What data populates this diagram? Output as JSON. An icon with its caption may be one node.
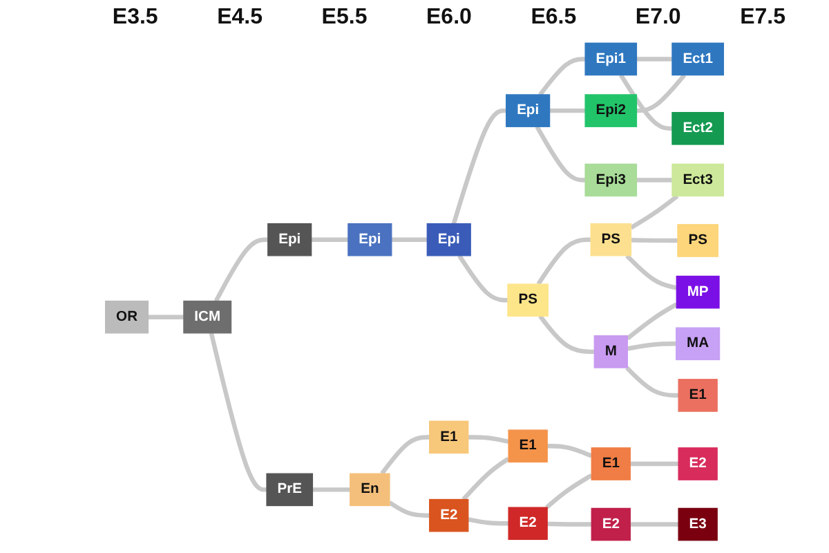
{
  "diagram": {
    "nodes": [
      {
        "text": [
          "OR"
        ]
      },
      {
        "text": [
          "ICM"
        ]
      },
      {
        "text": [
          "Epi"
        ]
      },
      {
        "text": [
          "PrE"
        ]
      },
      {
        "text": [
          "Epi"
        ]
      },
      {
        "text": [
          "En"
        ]
      },
      {
        "text": [
          "Epi"
        ]
      },
      {
        "text": [
          "E1"
        ]
      },
      {
        "text": [
          "E2"
        ]
      },
      {
        "text": [
          "Epi"
        ]
      },
      {
        "text": [
          "PS"
        ]
      },
      {
        "text": [
          "E1"
        ]
      },
      {
        "text": [
          "E2"
        ]
      },
      {
        "text": [
          "Epi1"
        ]
      },
      {
        "text": [
          "Epi2"
        ]
      },
      {
        "text": [
          "Epi3"
        ]
      },
      {
        "text": [
          "PS"
        ]
      },
      {
        "text": [
          "M"
        ]
      },
      {
        "text": [
          "E1"
        ]
      },
      {
        "text": [
          "E2"
        ]
      },
      {
        "text": [
          "Ect1"
        ]
      },
      {
        "text": [
          "Ect2"
        ]
      },
      {
        "text": [
          "Ect3"
        ]
      },
      {
        "text": [
          "PS"
        ]
      },
      {
        "text": [
          "MP"
        ]
      },
      {
        "text": [
          "MA"
        ]
      },
      {
        "text": [
          "E1"
        ]
      },
      {
        "text": [
          "E2"
        ]
      },
      {
        "text": [
          "E3"
        ]
      }
    ],
    "edges": [
      {
        "from": 0,
        "to": 1,
        "arrow": "none"
      },
      {
        "from": 1,
        "to": 2,
        "arrow": "none"
      },
      {
        "from": 1,
        "to": 3,
        "arrow": "none"
      },
      {
        "from": 2,
        "to": 4,
        "arrow": "none"
      },
      {
        "from": 3,
        "to": 5,
        "arrow": "none"
      },
      {
        "from": 4,
        "to": 6,
        "arrow": "none"
      },
      {
        "from": 5,
        "to": 7,
        "arrow": "none"
      },
      {
        "from": 5,
        "to": 8,
        "arrow": "none"
      },
      {
        "from": 6,
        "to": 9,
        "arrow": "none"
      },
      {
        "from": 6,
        "to": 10,
        "arrow": "none"
      },
      {
        "from": 7,
        "to": 11,
        "arrow": "none"
      },
      {
        "from": 8,
        "to": 11,
        "arrow": "none"
      },
      {
        "from": 8,
        "to": 12,
        "arrow": "none"
      },
      {
        "from": 9,
        "to": 13,
        "arrow": "none"
      },
      {
        "from": 9,
        "to": 14,
        "arrow": "none"
      },
      {
        "from": 9,
        "to": 15,
        "arrow": "none"
      },
      {
        "from": 10,
        "to": 16,
        "arrow": "none"
      },
      {
        "from": 10,
        "to": 17,
        "arrow": "none"
      },
      {
        "from": 11,
        "to": 18,
        "arrow": "none"
      },
      {
        "from": 12,
        "to": 18,
        "arrow": "none"
      },
      {
        "from": 12,
        "to": 19,
        "arrow": "none"
      },
      {
        "from": 13,
        "to": 20,
        "arrow": "none"
      },
      {
        "from": 13,
        "to": 21,
        "arrow": "none"
      },
      {
        "from": 14,
        "to": 20,
        "arrow": "none"
      },
      {
        "from": 15,
        "to": 22,
        "arrow": "none"
      },
      {
        "from": 16,
        "to": 22,
        "arrow": "none"
      },
      {
        "from": 16,
        "to": 23,
        "arrow": "none"
      },
      {
        "from": 16,
        "to": 24,
        "arrow": "none"
      },
      {
        "from": 17,
        "to": 24,
        "arrow": "none"
      },
      {
        "from": 17,
        "to": 25,
        "arrow": "none"
      },
      {
        "from": 17,
        "to": 26,
        "arrow": "none"
      },
      {
        "from": 18,
        "to": 27,
        "arrow": "none"
      },
      {
        "from": 19,
        "to": 28,
        "arrow": "none"
      }
    ],
    "labels": [
      "E3.5",
      "E4.5",
      "E5.5",
      "E6.0",
      "E6.5",
      "E7.0",
      "E7.5"
    ]
  }
}
